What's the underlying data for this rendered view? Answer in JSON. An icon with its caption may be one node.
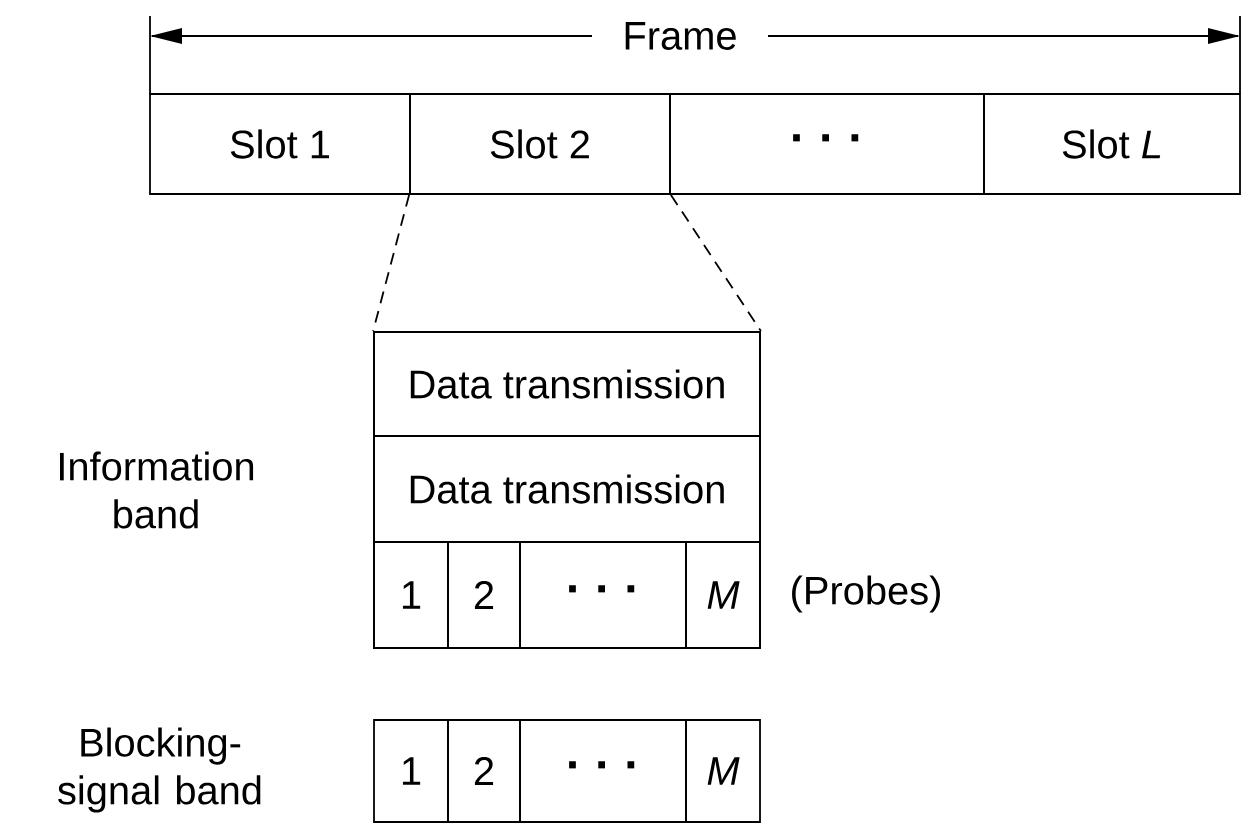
{
  "diagram": {
    "nodes": [
      {
        "text": [
          "Slot 1"
        ]
      },
      {
        "text": [
          "Slot 2"
        ]
      },
      {
        "text": [
          "· · ·"
        ]
      },
      {
        "text": [
          "Slot *L*"
        ]
      },
      {
        "text": [],
        "shape": "box"
      },
      {
        "text": [
          "Data transmission"
        ],
        "in": 4
      },
      {
        "text": [
          "Data transmission"
        ],
        "in": 4
      },
      {
        "text": [
          "1"
        ],
        "in": 4
      },
      {
        "text": [
          "2"
        ],
        "in": 4
      },
      {
        "text": [
          "· · ·"
        ],
        "in": 4
      },
      {
        "text": [
          "M"
        ],
        "in": 4
      },
      {
        "text": [
          "1"
        ]
      },
      {
        "text": [
          "2"
        ]
      },
      {
        "text": [
          "· · ·"
        ]
      },
      {
        "text": [
          "M"
        ]
      }
    ],
    "edges": [
      {
        "from": 1,
        "to": 4,
        "arrow": "none",
        "style": "dashed"
      },
      {
        "from": 1,
        "to": 4,
        "arrow": "none",
        "style": "dashed"
      }
    ],
    "labels": [
      "Frame",
      "Information band",
      "(Probes)",
      "Blocking-signal band"
    ]
  }
}
